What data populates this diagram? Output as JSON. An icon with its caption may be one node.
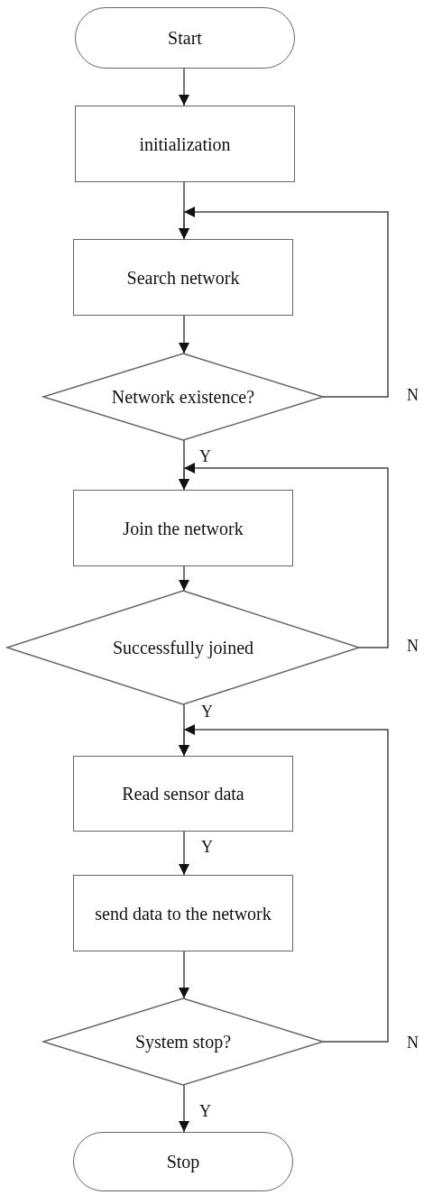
{
  "diagram": {
    "nodes": [
      {
        "text": [
          "Start"
        ]
      },
      {
        "text": [
          "initialization"
        ]
      },
      {
        "text": [
          "Search network"
        ]
      },
      {
        "text": [
          "Network existence?"
        ]
      },
      {
        "text": [
          "Join the network"
        ]
      },
      {
        "text": [
          "Successfully joined"
        ]
      },
      {
        "text": [
          "Read sensor data"
        ]
      },
      {
        "text": [
          "send data to the network"
        ]
      },
      {
        "text": [
          "System stop?"
        ]
      },
      {
        "text": [
          "Stop"
        ]
      }
    ],
    "edges": [
      {
        "from": 0,
        "to": 1,
        "arrow": "to"
      },
      {
        "from": 1,
        "to": 2,
        "arrow": "to"
      },
      {
        "from": 2,
        "to": 3,
        "arrow": "to"
      },
      {
        "from": 3,
        "to": 2,
        "arrow": "to",
        "label": "N"
      },
      {
        "from": 3,
        "to": 4,
        "arrow": "to",
        "label": "Y"
      },
      {
        "from": 4,
        "to": 5,
        "arrow": "to"
      },
      {
        "from": 5,
        "to": 4,
        "arrow": "to",
        "label": "N"
      },
      {
        "from": 5,
        "to": 6,
        "arrow": "to",
        "label": "Y"
      },
      {
        "from": 6,
        "to": 7,
        "arrow": "to",
        "label": "Y"
      },
      {
        "from": 7,
        "to": 8,
        "arrow": "to"
      },
      {
        "from": 8,
        "to": 6,
        "arrow": "to",
        "label": "N"
      },
      {
        "from": 8,
        "to": 9,
        "arrow": "to",
        "label": "Y"
      }
    ]
  }
}
